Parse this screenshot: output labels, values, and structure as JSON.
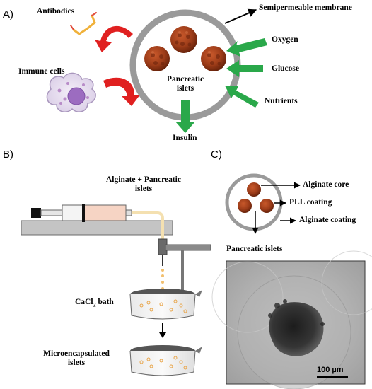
{
  "panels": {
    "a": "A)",
    "b": "B)",
    "c": "C)"
  },
  "panel_a": {
    "antibodies": "Antibodics",
    "immune_cells": "Immune cells",
    "membrane": "Semipermeable membrane",
    "oxygen": "Oxygen",
    "glucose": "Glucose",
    "nutrients": "Nutrients",
    "islets_line1": "Pancreatic",
    "islets_line2": "islets",
    "insulin": "Insulin"
  },
  "panel_b": {
    "alginate_line1": "Alginate + Pancreatic",
    "alginate_line2": "islets",
    "bath_prefix": "CaCl",
    "bath_sub": "2",
    "bath_suffix": " bath",
    "micro_line1": "Microencapsulated",
    "micro_line2": "islets"
  },
  "panel_c": {
    "core": "Alginate core",
    "pll": "PLL coating",
    "coating": "Alginate coating",
    "islets": "Pancreatic islets",
    "scale_bar": "100 µm"
  },
  "colors": {
    "arrow_in": "#2aa84a",
    "arrow_out": "#e02020",
    "membrane": "#9a9a9a",
    "islet": "#9b3b18",
    "syringe_fill": "#f6d4c4",
    "platform": "#c4c4c4"
  }
}
